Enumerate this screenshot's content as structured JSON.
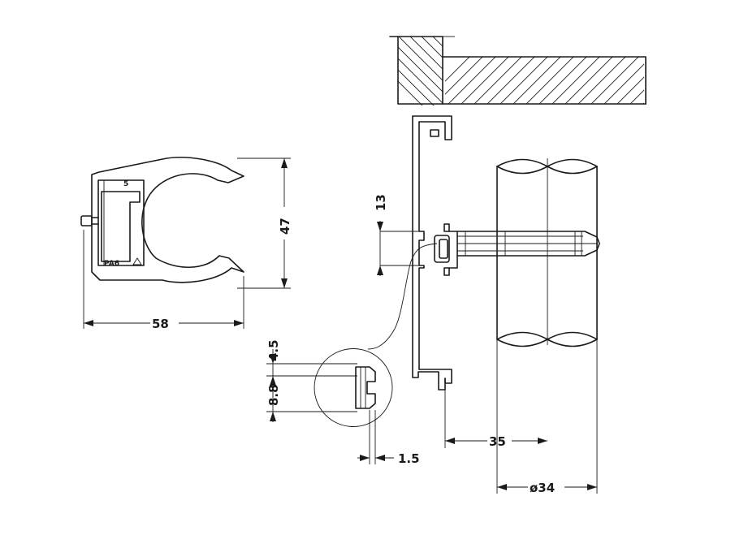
{
  "dimensions": {
    "clip_width": "58",
    "clip_height": "47",
    "slot_height": "13",
    "groove_top": "4.5",
    "groove_height": "8.8",
    "lip_thickness": "1.5",
    "rod_offset": "35",
    "rod_diameter": "ø34"
  },
  "markings": {
    "mold_number": "5",
    "material": "PA6"
  }
}
